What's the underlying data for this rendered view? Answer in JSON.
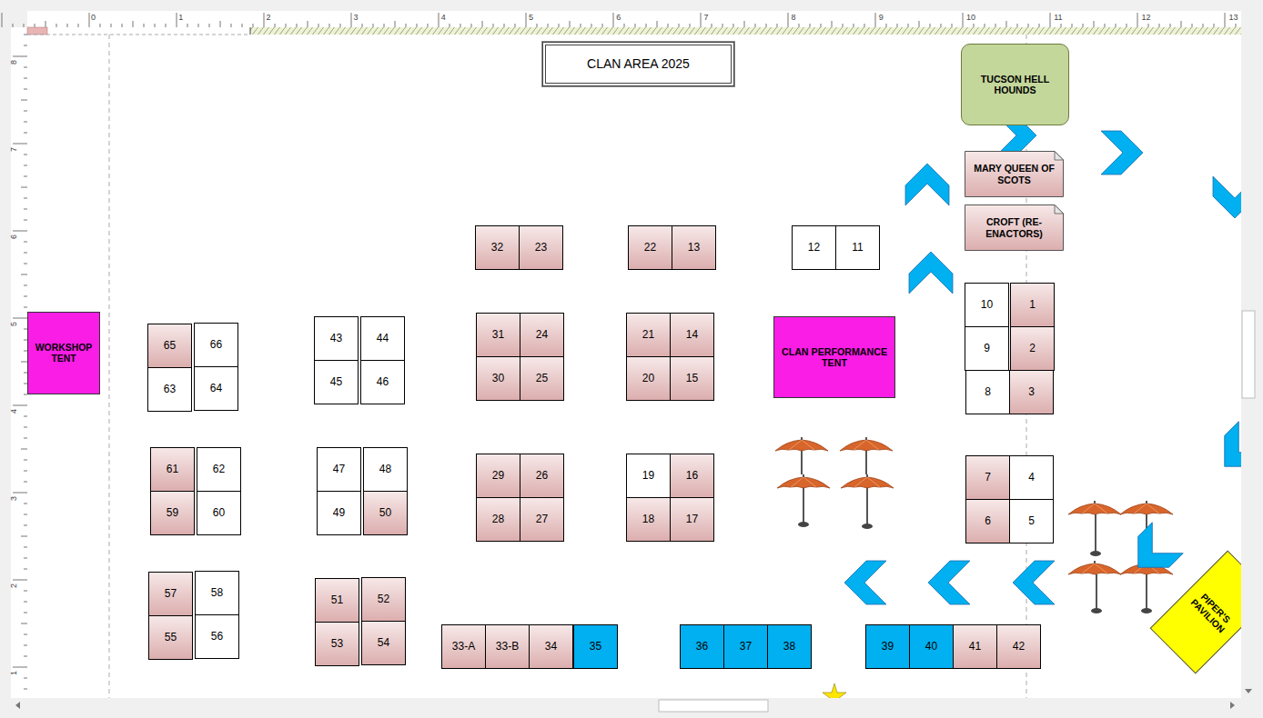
{
  "diagram": {
    "title": "CLAN AREA 2025",
    "nodes": [
      {
        "text": [
          "TUCSON HELL HOUNDS"
        ]
      },
      {
        "text": [
          "MARY QUEEN OF SCOTS"
        ]
      },
      {
        "text": [
          "CROFT (RE-ENACTORS)"
        ]
      },
      {
        "text": [
          "32"
        ]
      },
      {
        "text": [
          "23"
        ]
      },
      {
        "text": [
          "22"
        ]
      },
      {
        "text": [
          "13"
        ]
      },
      {
        "text": [
          "12"
        ]
      },
      {
        "text": [
          "11"
        ]
      },
      {
        "text": [
          "10"
        ]
      },
      {
        "text": [
          "1"
        ]
      },
      {
        "text": [
          "WORKSHOP TENT"
        ]
      },
      {
        "text": [
          "65"
        ]
      },
      {
        "text": [
          "66"
        ]
      },
      {
        "text": [
          "43"
        ]
      },
      {
        "text": [
          "44"
        ]
      },
      {
        "text": [
          "31"
        ]
      },
      {
        "text": [
          "24"
        ]
      },
      {
        "text": [
          "21"
        ]
      },
      {
        "text": [
          "14"
        ]
      },
      {
        "text": [
          "CLAN PERFORMANCE TENT"
        ]
      },
      {
        "text": [
          "9"
        ]
      },
      {
        "text": [
          "2"
        ]
      },
      {
        "text": [
          "63"
        ]
      },
      {
        "text": [
          "64"
        ]
      },
      {
        "text": [
          "45"
        ]
      },
      {
        "text": [
          "46"
        ]
      },
      {
        "text": [
          "30"
        ]
      },
      {
        "text": [
          "25"
        ]
      },
      {
        "text": [
          "20"
        ]
      },
      {
        "text": [
          "15"
        ]
      },
      {
        "text": [
          "8"
        ]
      },
      {
        "text": [
          "3"
        ]
      },
      {
        "text": [
          "61"
        ]
      },
      {
        "text": [
          "62"
        ]
      },
      {
        "text": [
          "47"
        ]
      },
      {
        "text": [
          "48"
        ]
      },
      {
        "text": [
          "29"
        ]
      },
      {
        "text": [
          "26"
        ]
      },
      {
        "text": [
          "19"
        ]
      },
      {
        "text": [
          "16"
        ]
      },
      {
        "text": [
          "7"
        ]
      },
      {
        "text": [
          "4"
        ]
      },
      {
        "text": [
          "59"
        ]
      },
      {
        "text": [
          "60"
        ]
      },
      {
        "text": [
          "49"
        ]
      },
      {
        "text": [
          "50"
        ]
      },
      {
        "text": [
          "28"
        ]
      },
      {
        "text": [
          "27"
        ]
      },
      {
        "text": [
          "18"
        ]
      },
      {
        "text": [
          "17"
        ]
      },
      {
        "text": [
          "6"
        ]
      },
      {
        "text": [
          "5"
        ]
      },
      {
        "text": [
          "57"
        ]
      },
      {
        "text": [
          "58"
        ]
      },
      {
        "text": [
          "51"
        ]
      },
      {
        "text": [
          "52"
        ]
      },
      {
        "text": [
          "PIPER'S PAVILION"
        ]
      },
      {
        "text": [
          "55"
        ]
      },
      {
        "text": [
          "56"
        ]
      },
      {
        "text": [
          "53"
        ]
      },
      {
        "text": [
          "54"
        ]
      },
      {
        "text": [
          "33-A"
        ]
      },
      {
        "text": [
          "33-B"
        ]
      },
      {
        "text": [
          "34"
        ]
      },
      {
        "text": [
          "35"
        ]
      },
      {
        "text": [
          "36"
        ]
      },
      {
        "text": [
          "37"
        ]
      },
      {
        "text": [
          "38"
        ]
      },
      {
        "text": [
          "39"
        ]
      },
      {
        "text": [
          "40"
        ]
      },
      {
        "text": [
          "41"
        ]
      },
      {
        "text": [
          "42"
        ]
      }
    ],
    "labels": [
      "0",
      "1",
      "2",
      "3",
      "4",
      "5",
      "6",
      "7",
      "8",
      "9",
      "10",
      "11",
      "12",
      "13",
      "8",
      "7",
      "6",
      "5",
      "4",
      "3",
      "2",
      "1"
    ]
  }
}
